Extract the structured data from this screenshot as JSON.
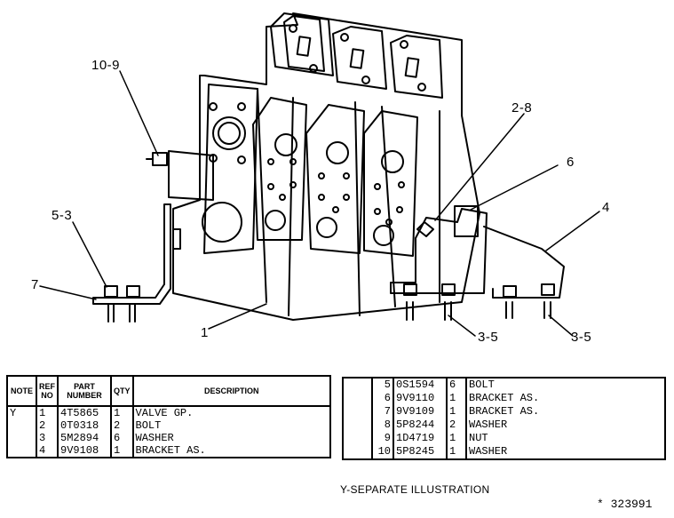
{
  "callouts": {
    "c10_9": "10-9",
    "c2_8": "2-8",
    "c6": "6",
    "c4": "4",
    "c5_3": "5-3",
    "c7": "7",
    "c1": "1",
    "c3_5a": "3-5",
    "c3_5b": "3-5"
  },
  "parts_table": {
    "headers": {
      "note": "NOTE",
      "ref_no": "REF NO",
      "part_number": "PART NUMBER",
      "qty": "QTY",
      "description": "DESCRIPTION"
    },
    "left_rows": [
      {
        "note": "Y",
        "ref": "1",
        "part": "4T5865",
        "qty": "1",
        "desc": "VALVE GP."
      },
      {
        "note": "",
        "ref": "2",
        "part": "0T0318",
        "qty": "2",
        "desc": "BOLT"
      },
      {
        "note": "",
        "ref": "3",
        "part": "5M2894",
        "qty": "6",
        "desc": "WASHER"
      },
      {
        "note": "",
        "ref": "4",
        "part": "9V9108",
        "qty": "1",
        "desc": "BRACKET AS."
      }
    ],
    "right_rows": [
      {
        "note": "",
        "ref": "5",
        "part": "0S1594",
        "qty": "6",
        "desc": "BOLT"
      },
      {
        "note": "",
        "ref": "6",
        "part": "9V9110",
        "qty": "1",
        "desc": "BRACKET AS."
      },
      {
        "note": "",
        "ref": "7",
        "part": "9V9109",
        "qty": "1",
        "desc": "BRACKET AS."
      },
      {
        "note": "",
        "ref": "8",
        "part": "5P8244",
        "qty": "2",
        "desc": "WASHER"
      },
      {
        "note": "",
        "ref": "9",
        "part": "1D4719",
        "qty": "1",
        "desc": "NUT"
      },
      {
        "note": "",
        "ref": "10",
        "part": "5P8245",
        "qty": "1",
        "desc": "WASHER"
      }
    ]
  },
  "footnote": "Y-SEPARATE ILLUSTRATION",
  "drawing_number": "* 323991"
}
